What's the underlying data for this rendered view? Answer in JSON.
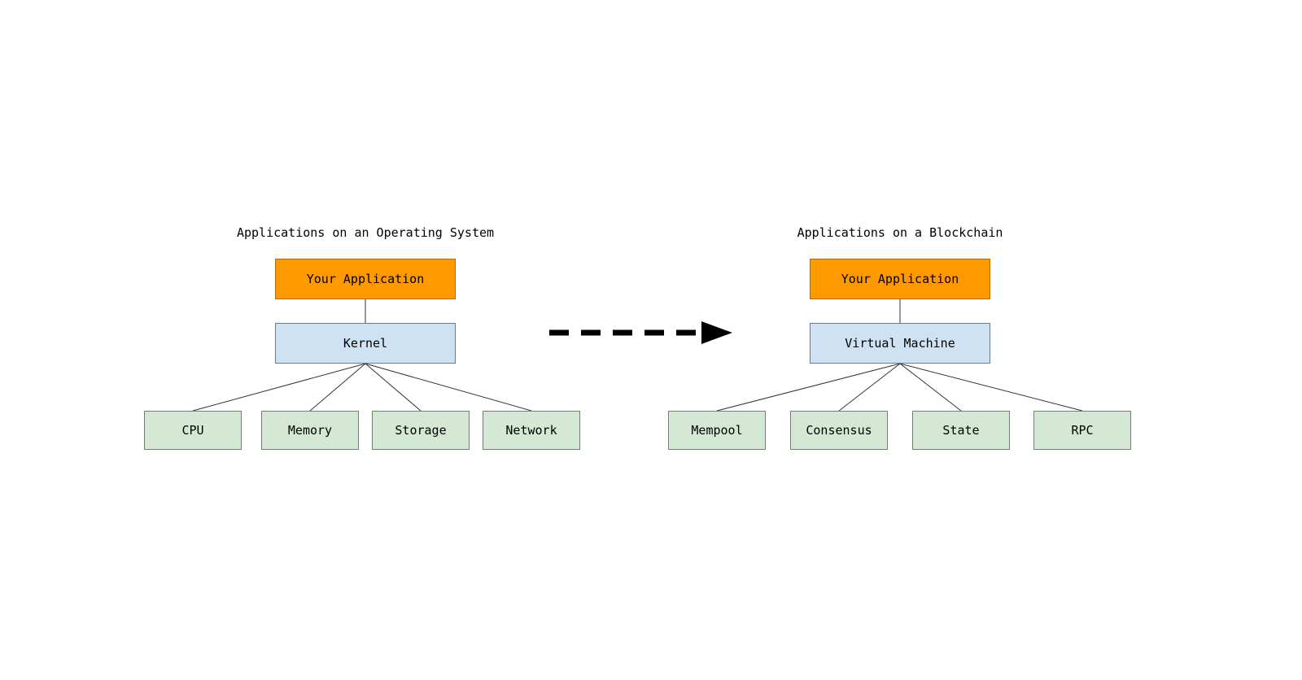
{
  "left": {
    "title": "Applications on an Operating System",
    "app_label": "Your Application",
    "middle_label": "Kernel",
    "leaves": [
      {
        "label": "CPU"
      },
      {
        "label": "Memory"
      },
      {
        "label": "Storage"
      },
      {
        "label": "Network"
      }
    ]
  },
  "right": {
    "title": "Applications on a Blockchain",
    "app_label": "Your Application",
    "middle_label": "Virtual Machine",
    "leaves": [
      {
        "label": "Mempool"
      },
      {
        "label": "Consensus"
      },
      {
        "label": "State"
      },
      {
        "label": "RPC"
      }
    ]
  },
  "colors": {
    "app_fill": "#ff9900",
    "middle_fill": "#cfe2f3",
    "leaf_fill": "#d5e8d4",
    "arrow": "#000000",
    "connector": "#333333"
  }
}
